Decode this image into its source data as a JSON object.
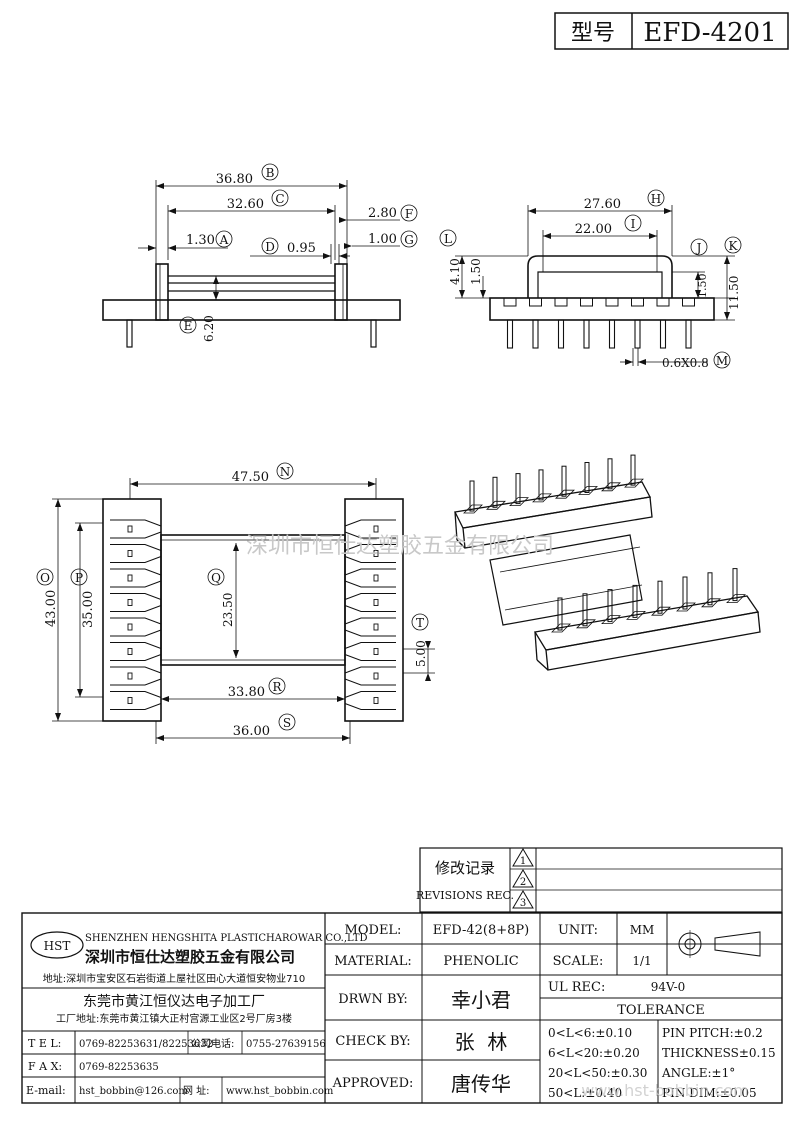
{
  "header": {
    "label": "型号",
    "model": "EFD-4201"
  },
  "watermarks": {
    "center": "深圳市恒仕达塑胶五金有限公司",
    "bottom": "www.hst-bobbin.com"
  },
  "top_view": {
    "B": {
      "value": "36.80",
      "letter": "B"
    },
    "C": {
      "value": "32.60",
      "letter": "C"
    },
    "F": {
      "value": "2.80",
      "letter": "F"
    },
    "A": {
      "value": "1.30",
      "letter": "A"
    },
    "D": {
      "value": "0.95",
      "letter": "D"
    },
    "G": {
      "value": "1.00",
      "letter": "G"
    },
    "E": {
      "value": "6.20",
      "letter": "E"
    }
  },
  "side_view": {
    "H": {
      "value": "27.60",
      "letter": "H"
    },
    "I": {
      "value": "22.00",
      "letter": "I"
    },
    "J": {
      "value": "1.50",
      "letter": "J"
    },
    "K": {
      "value": "11.50",
      "letter": "K"
    },
    "L": {
      "value": "4.10",
      "letter": "L"
    },
    "L2": {
      "value": "1.50"
    },
    "M": {
      "value": "0.6X0.8",
      "letter": "M"
    }
  },
  "plan_view": {
    "N": {
      "value": "47.50",
      "letter": "N"
    },
    "O": {
      "value": "43.00",
      "letter": "O"
    },
    "P": {
      "value": "35.00",
      "letter": "P"
    },
    "Q": {
      "value": "23.50",
      "letter": "Q"
    },
    "R": {
      "value": "33.80",
      "letter": "R"
    },
    "S": {
      "value": "36.00",
      "letter": "S"
    },
    "T": {
      "value": "5.00",
      "letter": "T"
    }
  },
  "revisions": {
    "title_cn": "修改记录",
    "title_en": "REVISIONS REC.",
    "marks": [
      "1",
      "2",
      "3"
    ]
  },
  "company": {
    "logo": "HST",
    "name_en": "SHENZHEN HENGSHITA PLASTICHAROWAR CO.,LTD",
    "name_cn": "深圳市恒仕达塑胶五金有限公司",
    "address": "地址:深圳市宝安区石岩街道上屋社区田心大道恒安物业710",
    "factory": "东莞市黄江恒仪达电子加工厂",
    "factory_address": "工厂地址:东莞市黄江镇大正村宫源工业区2号厂房3楼",
    "tel_label": "T E L:",
    "tel": "0769-82253631/82253632",
    "phone_label": "公司电话:",
    "phone": "0755-27639156",
    "fax_label": "F A X:",
    "fax": "0769-82253635",
    "email_label": "E-mail:",
    "email": "hst_bobbin@126.com",
    "web_label": "网  址:",
    "web": "www.hst_bobbin.com"
  },
  "title_block": {
    "model_label": "MODEL:",
    "model": "EFD-42(8+8P)",
    "material_label": "MATERIAL:",
    "material": "PHENOLIC",
    "drawn_label": "DRWN BY:",
    "drawn": "幸小君",
    "check_label": "CHECK BY:",
    "check": "张  林",
    "approved_label": "APPROVED:",
    "approved": "唐传华",
    "unit_label": "UNIT:",
    "unit": "MM",
    "scale_label": "SCALE:",
    "scale": "1/1",
    "ul_label": "UL REC:",
    "ul": "94V-0",
    "tolerance_label": "TOLERANCE",
    "tol1": "0<L<6:±0.10",
    "tol2": "6<L<20:±0.20",
    "tol3": "20<L<50:±0.30",
    "tol4": "50<L:±0.40",
    "pin_pitch": "PIN PITCH:±0.2",
    "thickness": "THICKNESS±0.15",
    "angle": "ANGLE:±1°",
    "pin_dim": "PIN DIM:±0.05"
  }
}
